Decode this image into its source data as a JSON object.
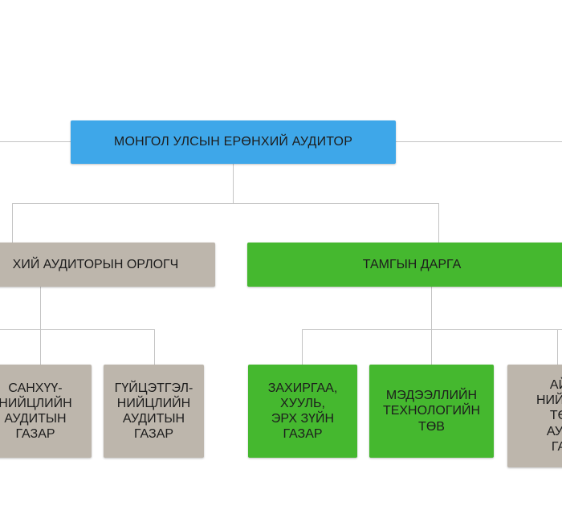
{
  "colors": {
    "blue": "#3ea7e9",
    "green": "#45b82f",
    "tan": "#bdb6ac",
    "line": "#c4c4c4"
  },
  "nodes": {
    "top": {
      "label": "МОНГОЛ УЛСЫН ЕРӨНХИЙ АУДИТОР",
      "color": "blue"
    },
    "deputy": {
      "label": "ХИЙ АУДИТОРЫН ОРЛОГЧ",
      "color": "tan"
    },
    "chief_of_staff": {
      "label": "ТАМГЫН ДАРГА",
      "color": "green"
    },
    "budget_audit": {
      "label": "САНХҮҮ-\nНИЙЦЛИЙН\nАУДИТЫН\nГАЗАР",
      "color": "tan"
    },
    "performance_audit": {
      "label": "ГҮЙЦЭТГЭЛ-\nНИЙЦЛИЙН\nАУДИТЫН\nГАЗАР",
      "color": "tan"
    },
    "admin_legal": {
      "label": "ЗАХИРГАА,\nХУУЛЬ,\nЭРХ ЗҮЙН\nГАЗАР",
      "color": "green"
    },
    "it_center": {
      "label": "МЭДЭЭЛЛИЙН\nТЕХНОЛОГИЙН\nТӨВ",
      "color": "green"
    },
    "capital_audit": {
      "label": "АЙ\nНИЙСЛ\nТӨ\nАУД\nГА",
      "color": "tan"
    }
  }
}
